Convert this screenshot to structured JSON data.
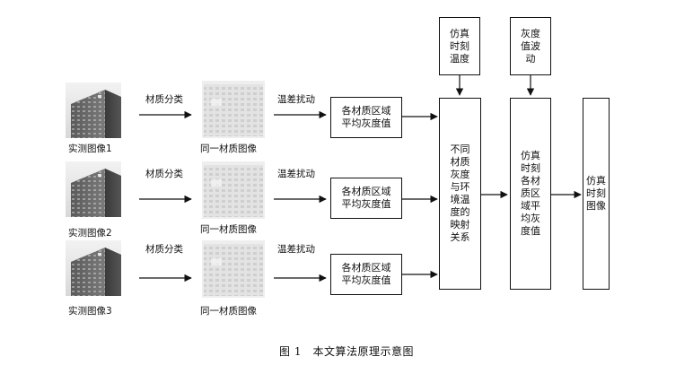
{
  "rows": [
    {
      "input_label": "实测图像1",
      "step1_label": "材质分类",
      "mid_label": "同一材质图像",
      "step2_label": "温差扰动",
      "box_text": "各材质区域\n平均灰度值"
    },
    {
      "input_label": "实测图像2",
      "step1_label": "材质分类",
      "mid_label": "同一材质图像",
      "step2_label": "温差扰动",
      "box_text": "各材质区域\n平均灰度值"
    },
    {
      "input_label": "实测图像3",
      "step1_label": "材质分类",
      "mid_label": "同一材质图像",
      "step2_label": "温差扰动",
      "box_text": "各材质区域\n平均灰度值"
    }
  ],
  "top_inputs": {
    "sim_temp": "仿真\n时刻\n温度",
    "gray_fluct": "灰度\n值波\n动"
  },
  "mapping_box": "不同\n材质\n灰度\n与环\n境温\n度的\n映射\n关系",
  "sim_gray_box": "仿真\n时刻\n各材\n质区\n域平\n均灰\n度值",
  "output_box": "仿真\n时刻\n图像",
  "caption": "图 1　本文算法原理示意图"
}
